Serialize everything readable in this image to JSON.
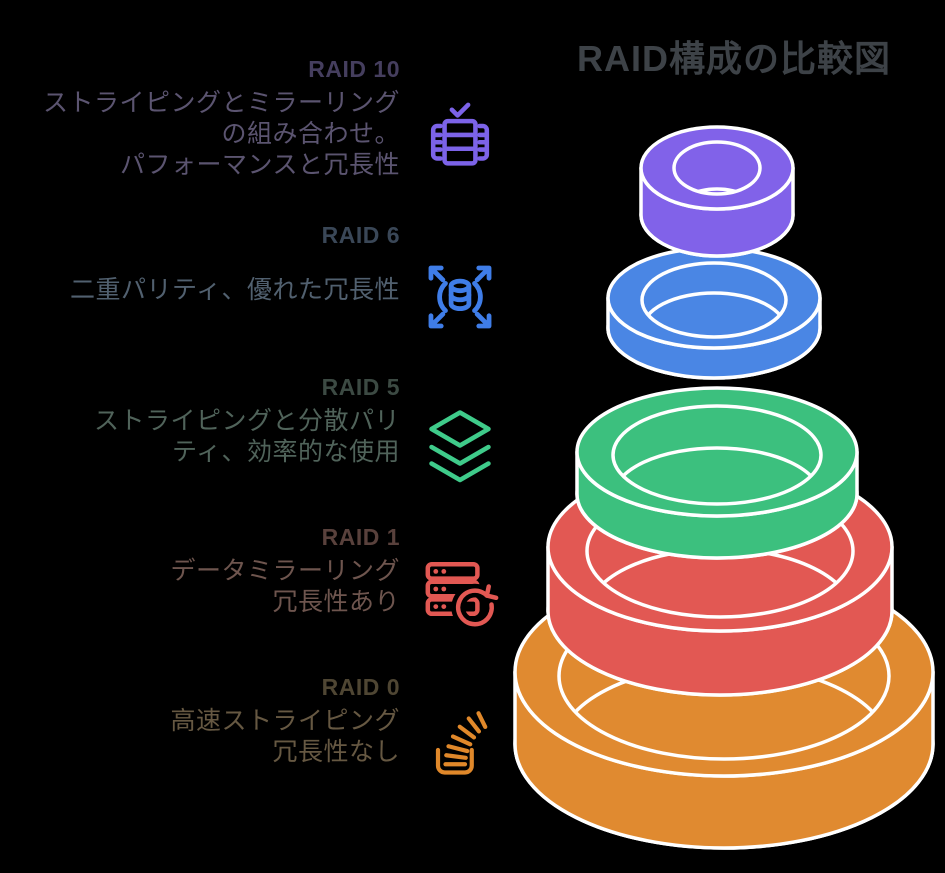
{
  "title": "RAID構成の比較図",
  "title_color": "#3d4247",
  "background_color": "#000000",
  "ring_outline_color": "#ffffff",
  "sections": [
    {
      "id": "raid-10",
      "label": "RAID 10",
      "description": [
        "ストライピングとミラーリング",
        "の組み合わせ。",
        "パフォーマンスと冗長性"
      ],
      "icon": "server-array-check-icon",
      "label_color": "#453e5e",
      "text_color": "#5b5470",
      "icon_color": "#7c63e8",
      "ring_color": "#8162e9"
    },
    {
      "id": "raid-6",
      "label": "RAID 6",
      "description": [
        "二重パリティ、優れた冗長性"
      ],
      "icon": "database-scale-out-icon",
      "label_color": "#3a4757",
      "text_color": "#51606f",
      "icon_color": "#3f7de8",
      "ring_color": "#4a86e4"
    },
    {
      "id": "raid-5",
      "label": "RAID 5",
      "description": [
        "ストライピングと分散パリ",
        "ティ、効率的な使用"
      ],
      "icon": "stacked-layers-icon",
      "label_color": "#3c4a43",
      "text_color": "#50635a",
      "icon_color": "#3fcb8a",
      "ring_color": "#3cc07e"
    },
    {
      "id": "raid-1",
      "label": "RAID 1",
      "description": [
        "データミラーリング",
        "冗長性あり"
      ],
      "icon": "server-mirror-refresh-icon",
      "label_color": "#59413c",
      "text_color": "#6e554e",
      "icon_color": "#e25853",
      "ring_color": "#e25853"
    },
    {
      "id": "raid-0",
      "label": "RAID 0",
      "description": [
        "高速ストライピング",
        "冗長性なし"
      ],
      "icon": "speed-stack-icon",
      "label_color": "#4f4633",
      "text_color": "#665842",
      "icon_color": "#e0882a",
      "ring_color": "#e08a30"
    }
  ],
  "pyramid_order_top_to_bottom": [
    "RAID 10",
    "RAID 6",
    "RAID 5",
    "RAID 1",
    "RAID 0"
  ]
}
